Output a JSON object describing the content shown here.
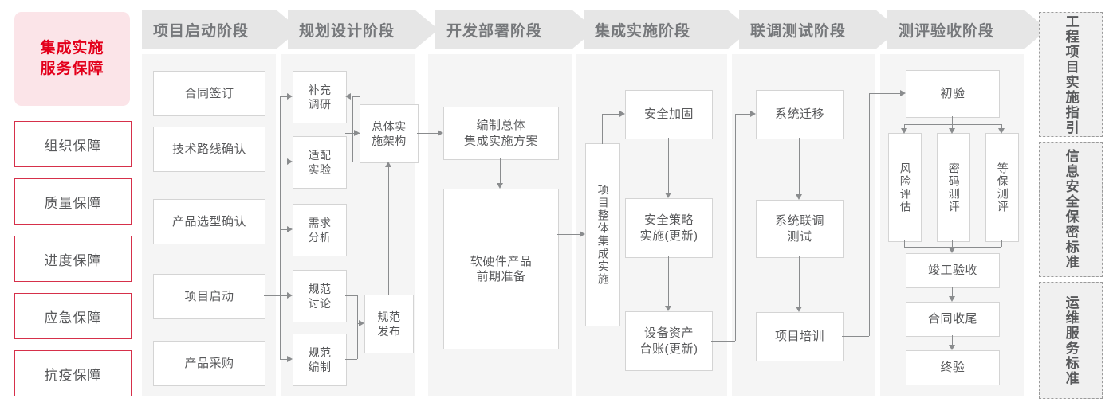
{
  "guarantee": {
    "hero_title": "集成实施\n服务保障",
    "items": [
      {
        "label": "组织保障"
      },
      {
        "label": "质量保障"
      },
      {
        "label": "进度保障"
      },
      {
        "label": "应急保障"
      },
      {
        "label": "抗疫保障"
      }
    ]
  },
  "phases": [
    {
      "id": "startup",
      "title": "项目启动阶段",
      "nodes": [
        {
          "label": "合同签订"
        },
        {
          "label": "技术路线确认"
        },
        {
          "label": "产品选型确认"
        },
        {
          "label": "项目启动"
        },
        {
          "label": "产品采购"
        }
      ]
    },
    {
      "id": "planning",
      "title": "规划设计阶段",
      "nodes": [
        {
          "label": "补充\n调研"
        },
        {
          "label": "适配\n实验"
        },
        {
          "label": "需求\n分析"
        },
        {
          "label": "规范\n讨论"
        },
        {
          "label": "规范\n编制"
        },
        {
          "label": "总体实\n施架构"
        },
        {
          "label": "规范\n发布"
        }
      ]
    },
    {
      "id": "develop",
      "title": "开发部署阶段",
      "nodes": [
        {
          "label": "编制总体\n集成实施方案"
        },
        {
          "label": "软硬件产品\n前期准备"
        }
      ]
    },
    {
      "id": "integration",
      "title": "集成实施阶段",
      "nodes": [
        {
          "label": "项目整体集成实施"
        },
        {
          "label": "安全加固"
        },
        {
          "label": "安全策略\n实施(更新)"
        },
        {
          "label": "设备资产\n台账(更新)"
        }
      ]
    },
    {
      "id": "jointtest",
      "title": "联调测试阶段",
      "nodes": [
        {
          "label": "系统迁移"
        },
        {
          "label": "系统联调\n测试"
        },
        {
          "label": "项目培训"
        }
      ]
    },
    {
      "id": "acceptance",
      "title": "测评验收阶段",
      "nodes": [
        {
          "label": "初验"
        },
        {
          "label": "风险评估"
        },
        {
          "label": "密码测评"
        },
        {
          "label": "等保测评"
        },
        {
          "label": "竣工验收"
        },
        {
          "label": "合同收尾"
        },
        {
          "label": "终验"
        }
      ]
    }
  ],
  "standards": [
    {
      "label": "工程项目实施指引"
    },
    {
      "label": "信息安全保密标准"
    },
    {
      "label": "运维服务标准"
    }
  ],
  "colors": {
    "brand_red": "#e3001b",
    "border_red": "#d6304a",
    "hero_bg": "#fbe4e8",
    "panel_bg": "#f5f5f5",
    "header_bg": "#e6e6e6",
    "text_gray": "#58595b",
    "line_gray": "#8a8c8e"
  }
}
